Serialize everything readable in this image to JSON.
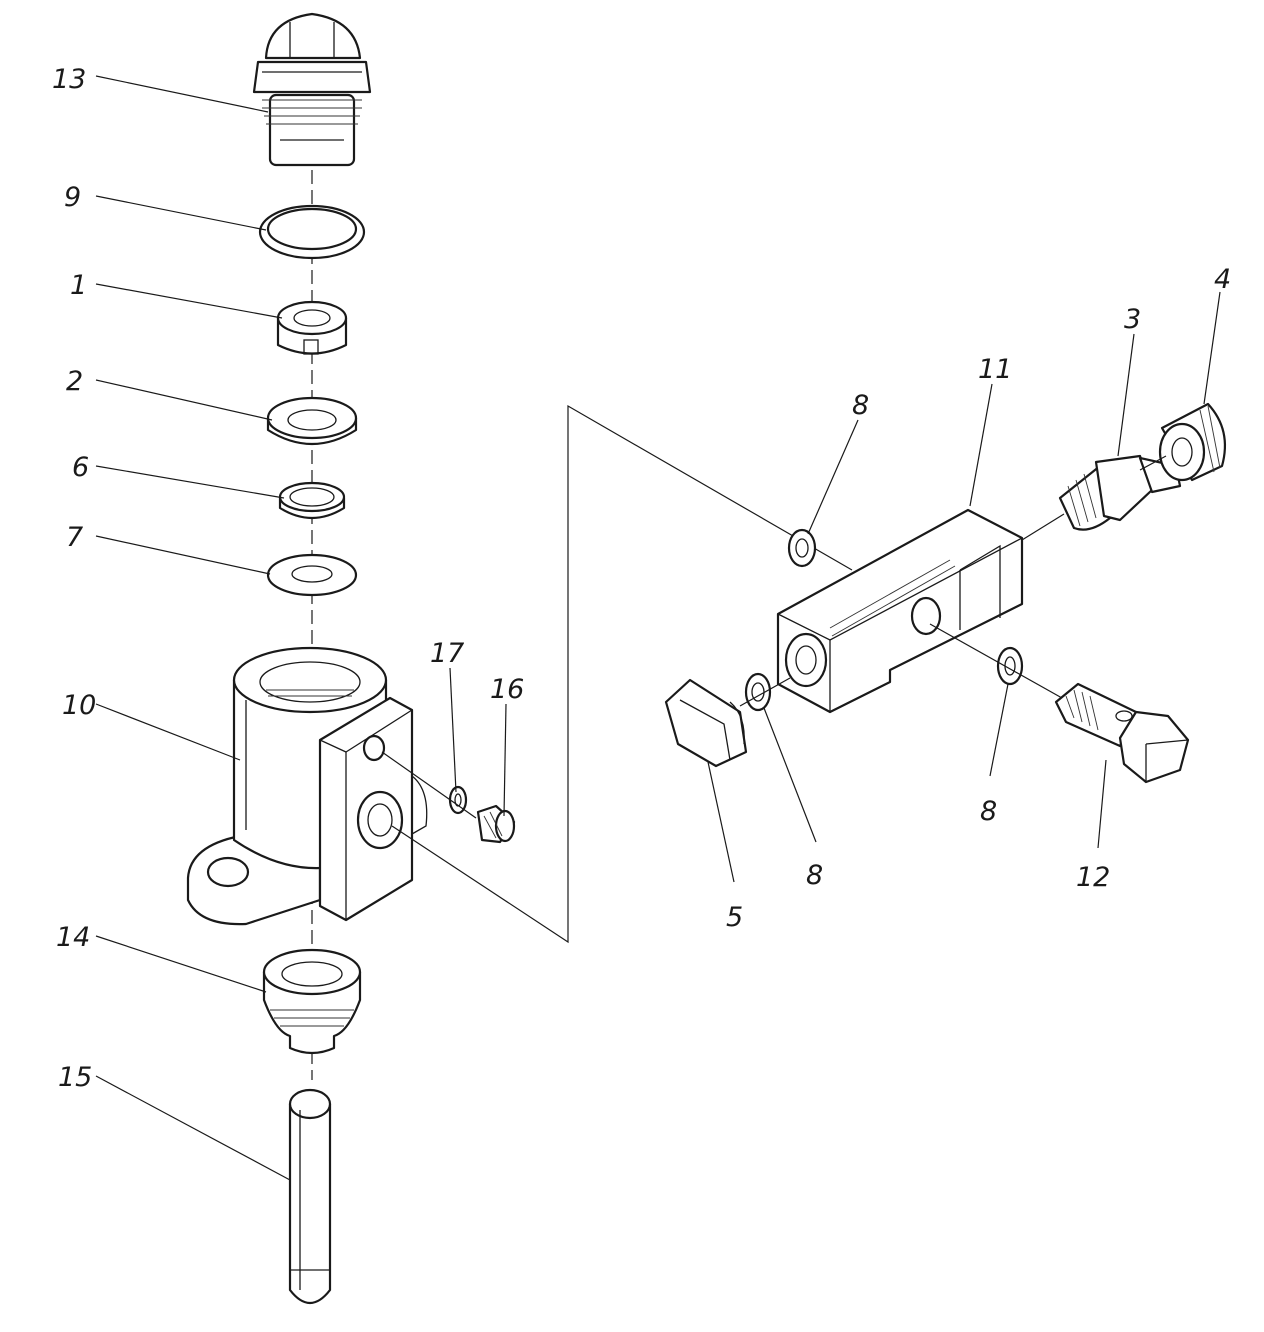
{
  "callouts": {
    "p1": "1",
    "p2": "2",
    "p3": "3",
    "p4": "4",
    "p5": "5",
    "p6": "6",
    "p7": "7",
    "p8a": "8",
    "p8b": "8",
    "p8c": "8",
    "p9": "9",
    "p10": "10",
    "p11": "11",
    "p12": "12",
    "p13": "13",
    "p14": "14",
    "p15": "15",
    "p16": "16",
    "p17": "17"
  }
}
